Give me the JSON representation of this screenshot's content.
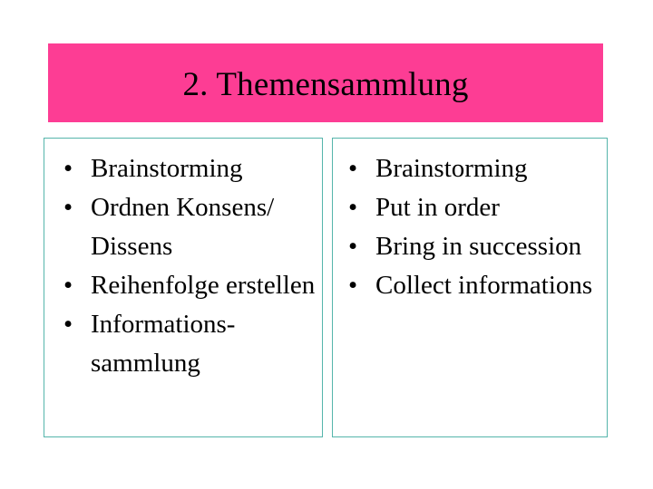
{
  "slide": {
    "title": "2. Themensammlung",
    "banner_color": "#fd3d94",
    "box_border_color": "#55b5ab",
    "background_color": "#ffffff",
    "text_color": "#000000",
    "bullet_glyph": "•"
  },
  "columns": [
    {
      "name": "german-column",
      "items": [
        {
          "label": "Brainstorming"
        },
        {
          "label": "Ordnen Konsens/ Dissens"
        },
        {
          "label": "Reihenfolge erstellen"
        },
        {
          "label": "Informations-sammlung"
        }
      ]
    },
    {
      "name": "english-column",
      "items": [
        {
          "label": "Brainstorming"
        },
        {
          "label": "Put in order"
        },
        {
          "label": "Bring in succession"
        },
        {
          "label": "Collect informations"
        }
      ]
    }
  ]
}
